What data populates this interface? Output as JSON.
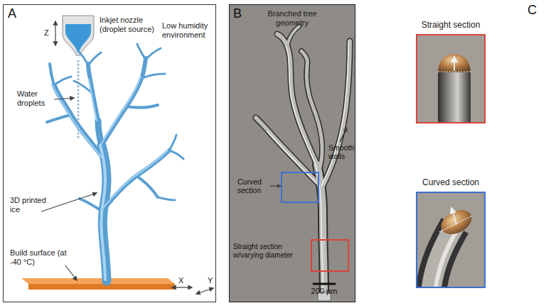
{
  "diagram": {
    "nodes": [
      {
        "text": [
          "A"
        ]
      },
      {
        "text": [
          "B",
          "Branched tree geometry"
        ]
      },
      {
        "text": [
          "Straight section"
        ]
      },
      {
        "text": [
          "Curved section"
        ]
      }
    ],
    "labels": [
      "Z",
      "Inkjet nozzle (droplet source)",
      "Low humidity environment",
      "Water droplets",
      "3D printed ice",
      "Build surface (at -40 °C)",
      "X",
      "Y",
      "Curved section",
      "Smooth walls",
      "Straight section w/varying diameter",
      "200 µm",
      "C"
    ]
  }
}
